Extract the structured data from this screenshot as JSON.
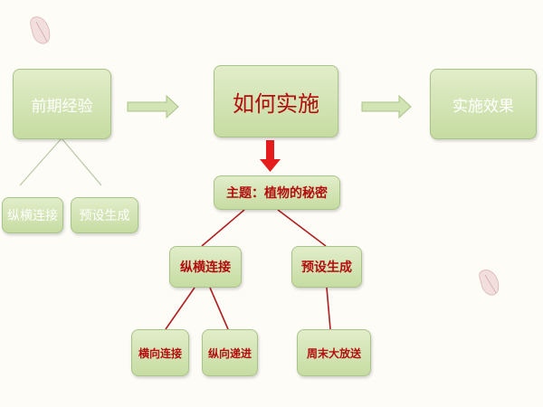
{
  "colors": {
    "box_fill_top": "#e2edc9",
    "box_fill_bottom": "#c6dca2",
    "red_text": "#b30d0d",
    "red_line": "#b01f1f",
    "grey_line": "#b7c7a4",
    "arrow_red": "#e51c1c"
  },
  "nodes": {
    "experience": "前期经验",
    "implement": "如何实施",
    "effect": "实施效果",
    "left_connect": "纵横连接",
    "left_preset": "预设生成",
    "theme": "主题：植物的秘密",
    "mid_connect": "纵横连接",
    "mid_preset": "预设生成",
    "horizontal": "横向连接",
    "vertical": "纵向递进",
    "weekend": "周末大放送"
  },
  "icons": {
    "top_left": "petal-icon",
    "right": "petal-icon"
  }
}
